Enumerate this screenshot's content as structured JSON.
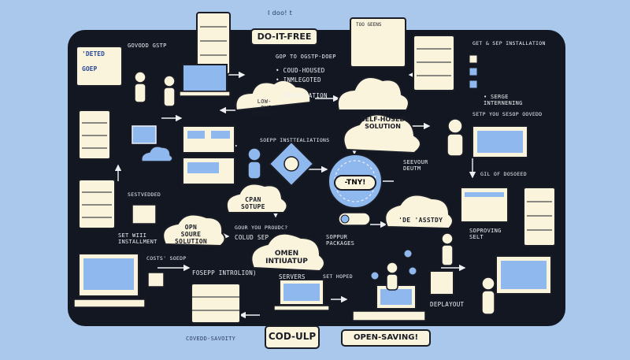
{
  "header": {
    "top_handwriting": "I doo! t",
    "title_badge": "DO-IT-FREE"
  },
  "notes": {
    "left_sticky_1": "'DETED",
    "left_sticky_2": "GOEP",
    "top_right_card": "TOO GEENS"
  },
  "labels": {
    "govodd_gstp": "GOVODD GSTP",
    "gop_to_ogstp": "GOP TO OGSTP-DOEP",
    "coud_housed": "• COUD-HOUSED",
    "inmlecoted": "• INMLEGOTED",
    "installation": "INSTALLATION",
    "sep_installation": "GET & SEP INSTALLATION",
    "internening": "• SERGE\nINTERNENING",
    "low_que": "LOW-\n-QUE\nNCRESES",
    "soepp_installations": "SOEPP INSTTEALIATIONS",
    "self_hosted_title": "SELF\nSELF-HOSED\nSOLUTION",
    "setp_you_sesop": "SETP YOU SESOP OOVEDD",
    "sevvour_deutm": "SEEVOUR\nDEUTM",
    "gil_of_dosoeed": "GIL OF DOSOEED",
    "sestvedded": "SESTVEDDED",
    "set_installment": "SET WIII\nINSTALLMENT",
    "cpan_sotupe": "CPAN\nSOTUPE",
    "open_source": "OPN\nSOURE\nSOLUTION",
    "gour_you_proudc": "GOUR YOU PROUDC?",
    "coloud_sep": "COLUD SEP",
    "tny": "-TNY!",
    "deasstdy": "'DE 'ASSTDY",
    "sopper_packages": "SOPPUR\nPACKAGES",
    "omen_intuatup": "OMEN\nINTIUATUP",
    "soproving_selt": "SOPROVING\nSELT",
    "costs_soedp": "COSTS' SOEDP",
    "fosepp_introlion": "FOSEPP INTROLION)",
    "servers": "SERVERS",
    "set_hoped": "SET HOPED",
    "deplayout": "DEPLAYOUT",
    "covedd_savoity": "COVEDD-SAVOITY"
  },
  "badges": {
    "cod_ulp": "COD-ULP",
    "open_saving": "OPEN-SAVING!"
  },
  "colors": {
    "background": "#a9c8ec",
    "board": "#121722",
    "paper": "#fbf4dd",
    "accent_blue": "#8fb8ef",
    "ink": "#1a1d26"
  }
}
